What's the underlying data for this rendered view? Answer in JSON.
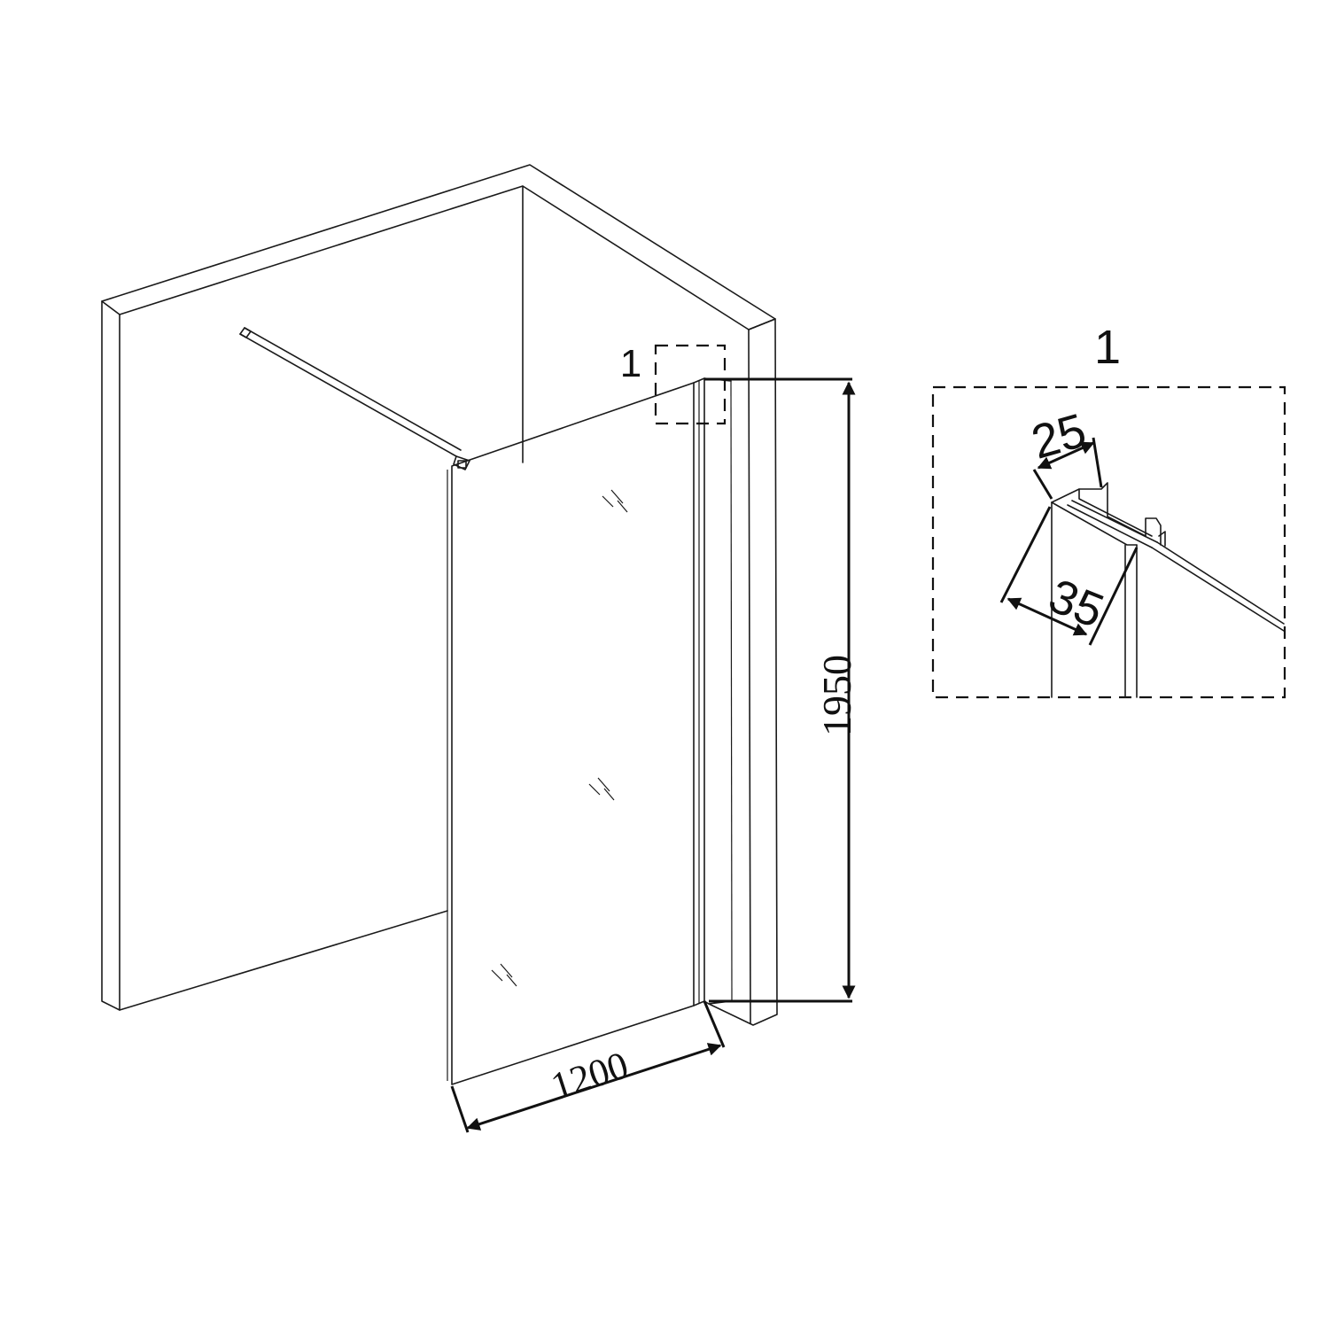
{
  "dimensions": {
    "width": "1200",
    "height": "1950"
  },
  "callout": {
    "label_main": "1",
    "label_detail": "1"
  },
  "detail": {
    "profile_width": "25",
    "profile_depth": "35"
  },
  "colors": {
    "line": "#1a1a1a",
    "background": "#ffffff"
  }
}
